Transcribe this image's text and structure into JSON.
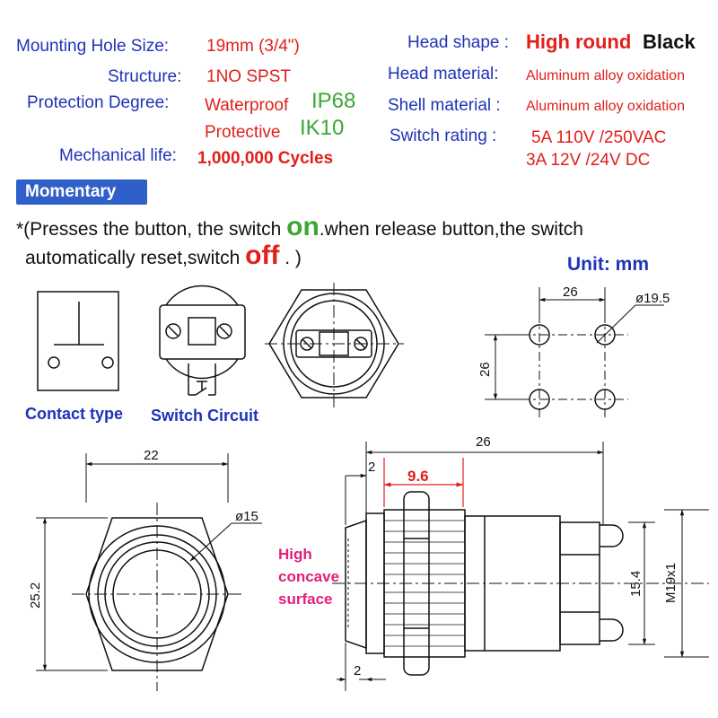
{
  "specs_left": {
    "mount_label": "Mounting Hole  Size:",
    "mount_value": "19mm (3/4\")",
    "structure_label": "Structure:",
    "structure_value": "1NO  SPST",
    "protection_label": "Protection  Degree:",
    "waterproof_text": "Waterproof",
    "waterproof_code": "IP68",
    "protective_text": "Protective",
    "protective_code": "IK10",
    "life_label": "Mechanical life:",
    "life_value": "1,000,000 Cycles"
  },
  "specs_right": {
    "head_shape_label": "Head shape :",
    "head_shape_value": "High round",
    "head_shape_color": "Black",
    "head_material_label": "Head material:",
    "head_material_value": "Aluminum alloy oxidation",
    "shell_material_label": "Shell material :",
    "shell_material_value": "Aluminum alloy oxidation",
    "rating_label": "Switch rating :",
    "rating_value_1": "5A 110V /250VAC",
    "rating_value_2": "3A 12V /24V DC"
  },
  "momentary": {
    "badge": "Momentary",
    "line1_prefix": "*(Presses  the  button, the  switch ",
    "on_word": "on",
    "line1_suffix": ".when release button,the switch",
    "line2_prefix": "automatically reset,switch ",
    "off_word": "off",
    "line2_suffix": " . )"
  },
  "labels": {
    "unit": "Unit:  mm",
    "contact_type": "Contact  type",
    "switch_circuit": "Switch Circuit",
    "concave_1": "High",
    "concave_2": "concave",
    "concave_3": "surface"
  },
  "dimensions": {
    "hole_spacing_h": "26",
    "hole_diameter": "ø19.5",
    "hole_spacing_v": "26",
    "width_22": "22",
    "diameter_15": "ø15",
    "height_25_2": "25.2",
    "length_26": "26",
    "head_2": "2",
    "depth_9_6": "9.6",
    "dia_15_4": "15.4",
    "thread_m19": "M19x1",
    "bottom_2": "2"
  },
  "colors": {
    "blue": "#1f33b8",
    "red": "#e0201a",
    "green": "#3aa832",
    "badge": "#2f5fc8",
    "pink": "#e0207a"
  }
}
